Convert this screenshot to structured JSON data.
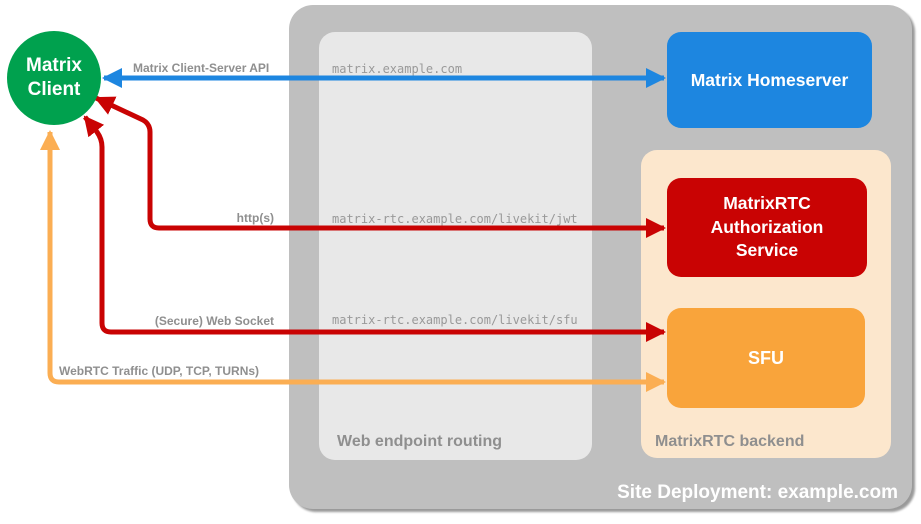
{
  "diagram_title": "Site Deployment: example.com",
  "containers": {
    "site": {
      "label": "Site Deployment: example.com",
      "fill": "#BFBFBF",
      "label_color": "#FFFFFF"
    },
    "routing": {
      "label": "Web endpoint routing",
      "fill": "#E8E8E8",
      "label_color": "#8F8F8F"
    },
    "backend": {
      "label": "MatrixRTC backend",
      "fill": "#FCE7CD",
      "label_color": "#8F8F8F"
    }
  },
  "nodes": {
    "client": {
      "label": "Matrix Client",
      "fill": "#00A14E",
      "text_color": "#FFFFFF",
      "shape": "circle"
    },
    "homeserver": {
      "label": "Matrix Homeserver",
      "fill": "#1D86E0",
      "text_color": "#FFFFFF",
      "shape": "rounded-rect"
    },
    "auth_service": {
      "label": "MatrixRTC Authorization Service",
      "fill": "#C90303",
      "text_color": "#FFFFFF",
      "shape": "rounded-rect"
    },
    "sfu": {
      "label": "SFU",
      "fill": "#F9A43B",
      "text_color": "#FFFFFF",
      "shape": "rounded-rect"
    }
  },
  "edges": {
    "client_server_api": {
      "label": "Matrix Client-Server API",
      "endpoint": "matrix.example.com",
      "color": "#1D86E0",
      "from": "Matrix Client",
      "to": "Matrix Homeserver",
      "bidirectional": true
    },
    "http": {
      "label": "http(s)",
      "endpoint": "matrix-rtc.example.com/livekit/jwt",
      "color": "#C90303",
      "from": "Matrix Client",
      "to": "MatrixRTC Authorization Service",
      "bidirectional": true
    },
    "websocket": {
      "label": "(Secure) Web Socket",
      "endpoint": "matrix-rtc.example.com/livekit/sfu",
      "color": "#C90303",
      "from": "Matrix Client",
      "to": "SFU",
      "bidirectional": true
    },
    "webrtc": {
      "label": "WebRTC Traffic (UDP, TCP, TURNs)",
      "endpoint": "",
      "color": "#FBAE53",
      "from": "Matrix Client",
      "to": "SFU",
      "bidirectional": true
    }
  },
  "text_colors": {
    "edge_label": "#8F8F8F",
    "endpoint_label": "#999999"
  }
}
